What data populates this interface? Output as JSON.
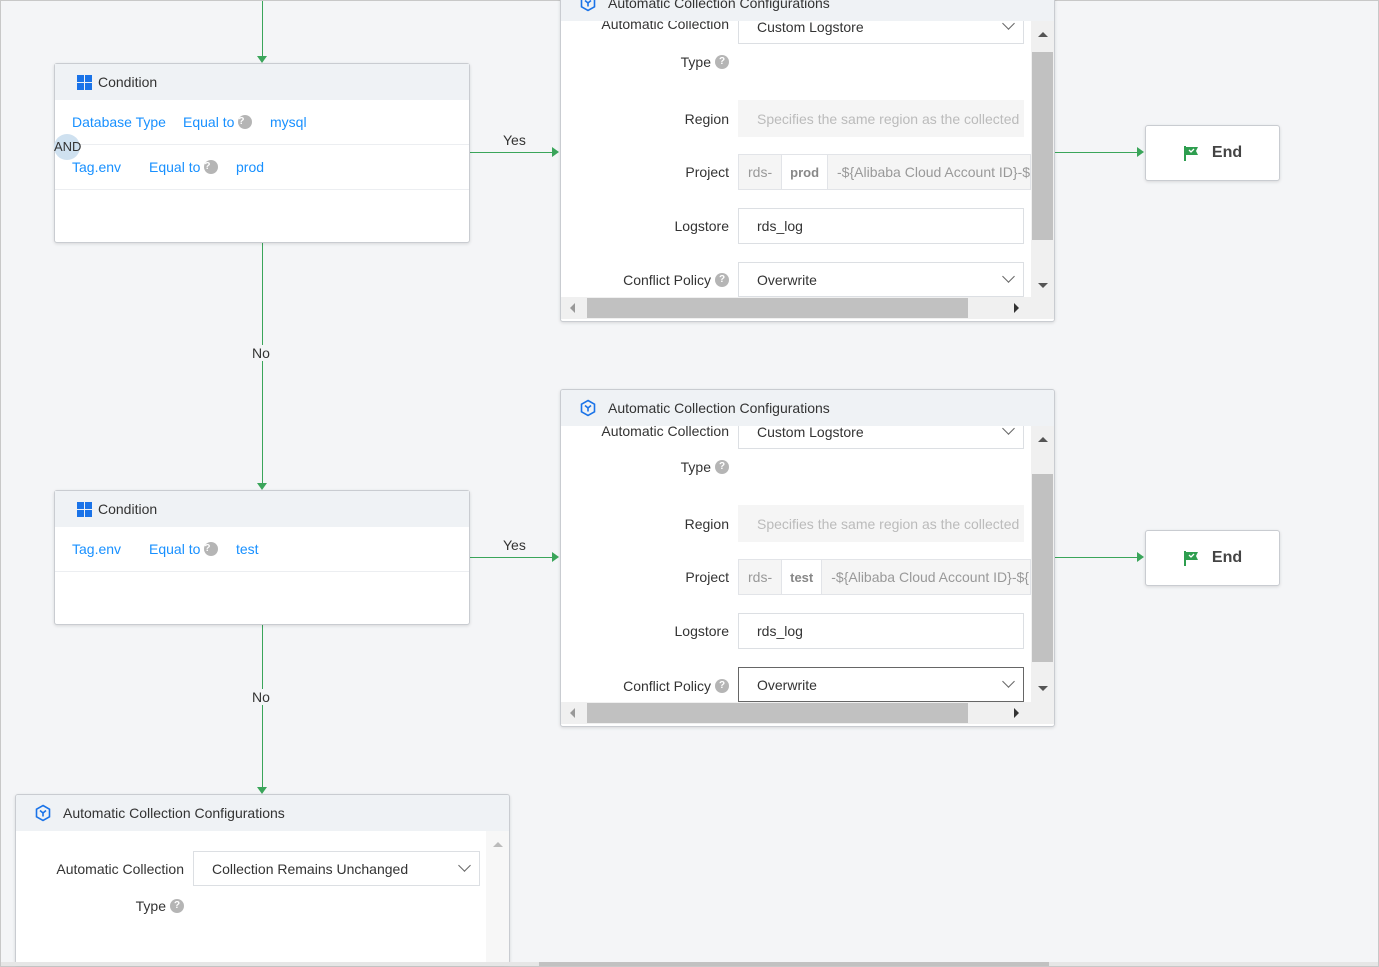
{
  "colors": {
    "accent": "#1890ff",
    "connector": "#3aa55a",
    "end_flag": "#2e9e4f"
  },
  "edges": {
    "yes": "Yes",
    "no": "No"
  },
  "condition1": {
    "title": "Condition",
    "icon": "windows-grid-icon",
    "join": "AND",
    "rows": [
      {
        "field": "Database Type",
        "operator": "Equal to",
        "value": "mysql"
      },
      {
        "field": "Tag.env",
        "operator": "Equal to",
        "value": "prod"
      }
    ]
  },
  "condition2": {
    "title": "Condition",
    "icon": "windows-grid-icon",
    "rows": [
      {
        "field": "Tag.env",
        "operator": "Equal to",
        "value": "test"
      }
    ]
  },
  "config1": {
    "title": "Automatic Collection Configurations",
    "labels": {
      "collection": "Automatic Collection",
      "type": "Type",
      "region": "Region",
      "project": "Project",
      "logstore": "Logstore",
      "conflict": "Conflict Policy"
    },
    "collection_value": "Custom Logstore",
    "region_placeholder": "Specifies the same region as the collected",
    "project_prefix": "rds-",
    "project_env": "prod",
    "project_suffix": "-${Alibaba Cloud Account ID}-${Re",
    "logstore_value": "rds_log",
    "conflict_value": "Overwrite"
  },
  "config2": {
    "title": "Automatic Collection Configurations",
    "labels": {
      "collection": "Automatic Collection",
      "type": "Type",
      "region": "Region",
      "project": "Project",
      "logstore": "Logstore",
      "conflict": "Conflict Policy"
    },
    "collection_value": "Custom Logstore",
    "region_placeholder": "Specifies the same region as the collected",
    "project_prefix": "rds-",
    "project_env": "test",
    "project_suffix": "-${Alibaba Cloud Account ID}-${Re",
    "logstore_value": "rds_log",
    "conflict_value": "Overwrite"
  },
  "config3": {
    "title": "Automatic Collection Configurations",
    "labels": {
      "collection": "Automatic Collection",
      "type": "Type"
    },
    "collection_value": "Collection Remains Unchanged"
  },
  "end1": {
    "label": "End"
  },
  "end2": {
    "label": "End"
  }
}
